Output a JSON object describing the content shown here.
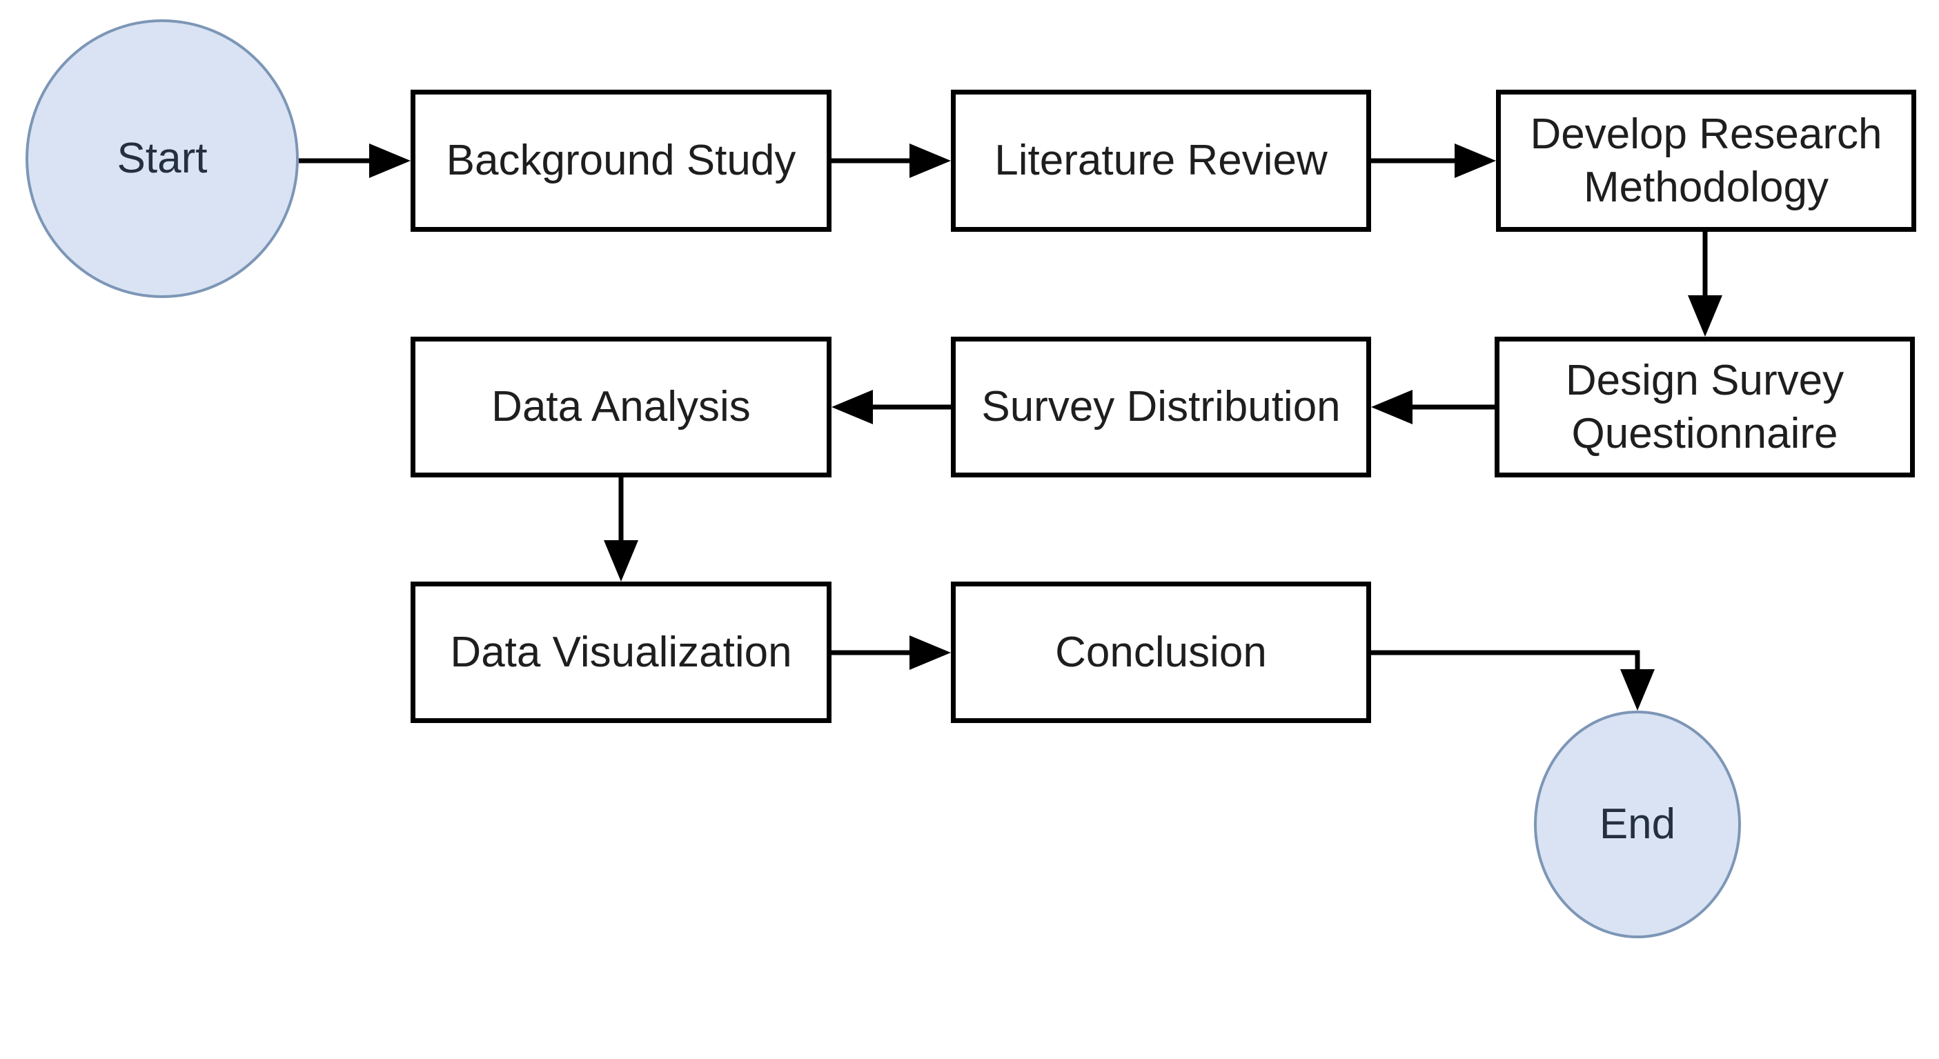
{
  "diagram": {
    "type": "flowchart",
    "colors": {
      "background": "#ffffff",
      "terminal_fill": "#d9e3f3",
      "terminal_stroke": "#7d96b6",
      "process_fill": "#ffffff",
      "process_stroke": "#000000",
      "arrow": "#000000",
      "label": "#1e1e1e"
    },
    "nodes": {
      "start": {
        "label": "Start",
        "shape": "ellipse"
      },
      "background_study": {
        "label": "Background Study",
        "shape": "rectangle"
      },
      "literature_review": {
        "label": "Literature Review",
        "shape": "rectangle"
      },
      "develop_research_methodology": {
        "label": "Develop Research Methodology",
        "shape": "rectangle"
      },
      "design_survey_questionnaire": {
        "label": "Design Survey Questionnaire",
        "shape": "rectangle"
      },
      "survey_distribution": {
        "label": "Survey Distribution",
        "shape": "rectangle"
      },
      "data_analysis": {
        "label": "Data Analysis",
        "shape": "rectangle"
      },
      "data_visualization": {
        "label": "Data Visualization",
        "shape": "rectangle"
      },
      "conclusion": {
        "label": "Conclusion",
        "shape": "rectangle"
      },
      "end": {
        "label": "End",
        "shape": "ellipse"
      }
    },
    "edges": [
      {
        "from": "start",
        "to": "background_study",
        "direction": "right"
      },
      {
        "from": "background_study",
        "to": "literature_review",
        "direction": "right"
      },
      {
        "from": "literature_review",
        "to": "develop_research_methodology",
        "direction": "right"
      },
      {
        "from": "develop_research_methodology",
        "to": "design_survey_questionnaire",
        "direction": "down"
      },
      {
        "from": "design_survey_questionnaire",
        "to": "survey_distribution",
        "direction": "left"
      },
      {
        "from": "survey_distribution",
        "to": "data_analysis",
        "direction": "left"
      },
      {
        "from": "data_analysis",
        "to": "data_visualization",
        "direction": "down"
      },
      {
        "from": "data_visualization",
        "to": "conclusion",
        "direction": "right"
      },
      {
        "from": "conclusion",
        "to": "end",
        "direction": "right-down"
      }
    ]
  }
}
